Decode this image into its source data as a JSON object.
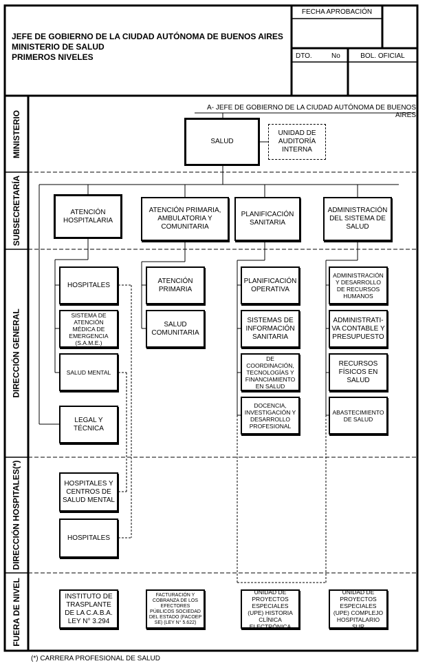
{
  "header": {
    "title_lines": [
      "JEFE DE GOBIERNO DE LA CIUDAD AUTÓNOMA DE BUENOS AIRES",
      "MINISTERIO DE SALUD",
      "PRIMEROS NIVELES"
    ],
    "fecha_aprobacion": "FECHA APROBACIÓN",
    "dto": "DTO.",
    "no": "No",
    "bol_oficial": "BOL. OFICIAL"
  },
  "bands": {
    "ministerio": "MINISTERIO",
    "subsecretaria": "SUBSECRETARÍA",
    "direccion_general": "DIRECCIÓN GENERAL",
    "direccion_hospitales": "DIRECCIÓN HOSPITALES(*)",
    "fuera_de_nivel": "FUERA DE NIVEL"
  },
  "top_caption": "A- JEFE DE GOBIERNO DE LA CIUDAD AUTÓNOMA DE BUENOS AIRES",
  "ministerio": {
    "salud": "SALUD",
    "unidad_auditoria": "UNIDAD DE AUDITORÍA INTERNA"
  },
  "subsecretarias": [
    "ATENCIÓN HOSPITALARIA",
    "ATENCIÓN PRIMARIA, AMBULATORIA Y COMUNITARIA",
    "PLANIFICACIÓN SANITARIA",
    "ADMINISTRACIÓN DEL SISTEMA DE SALUD"
  ],
  "direcciones": {
    "col1": [
      "HOSPITALES",
      "SISTEMA DE ATENCIÓN MÉDICA DE EMERGENCIA (S.A.M.E.)",
      "SALUD MENTAL",
      "LEGAL Y TÉCNICA"
    ],
    "col2": [
      "ATENCIÓN PRIMARIA",
      "SALUD COMUNITARIA"
    ],
    "col3": [
      "PLANIFICACIÓN OPERATIVA",
      "SISTEMAS DE INFORMACIÓN SANITARIA",
      "DE COORDINACIÓN, TECNOLOGÍAS Y FINANCIAMIENTO EN SALUD",
      "DOCENCIA, INVESTIGACIÓN Y DESARROLLO PROFESIONAL"
    ],
    "col4": [
      "ADMINISTRACIÓN Y DESARROLLO DE RECURSOS HUMANOS",
      "ADMINISTRATI-VA CONTABLE Y PRESUPUESTO",
      "RECURSOS FÍSICOS EN SALUD",
      "ABASTECIMIENTO DE SALUD"
    ]
  },
  "direccion_hospitales": [
    "HOSPITALES Y CENTROS DE SALUD MENTAL",
    "HOSPITALES"
  ],
  "fuera_de_nivel": [
    "INSTITUTO DE TRASPLANTE DE LA C.A.B.A. LEY N° 3.294",
    "FACTURACIÓN Y COBRANZA DE LOS EFECTORES PÚBLICOS SOCIEDAD DEL ESTADO (FACOEP SE) (LEY N° 5.622)",
    "UNIDAD DE PROYECTOS ESPECIALES (UPE) HISTORIA CLÍNICA ELECTRÓNICA",
    "UNIDAD DE PROYECTOS ESPECIALES (UPE) COMPLEJO HOSPITALARIO SUR"
  ],
  "footnote": "(*) CARRERA PROFESIONAL DE SALUD"
}
